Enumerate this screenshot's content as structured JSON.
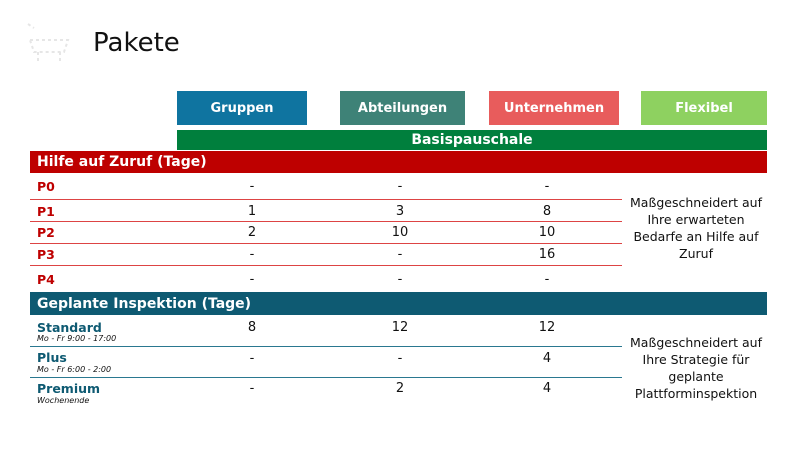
{
  "title": "Pakete",
  "packages": [
    "Gruppen",
    "Abteilungen",
    "Unternehmen",
    "Flexibel"
  ],
  "colors": {
    "gruppen": "#0f74a0",
    "abteilungen": "#3e8277",
    "unternehmen": "#e85c5c",
    "flexibel": "#8ed160",
    "green_bar": "#007f3d",
    "red_section": "#be0000",
    "teal_section": "#0e5a72"
  },
  "base_bar": "Basispauschale",
  "section1": {
    "title": "Hilfe auf Zuruf (Tage)",
    "rows": [
      {
        "label": "P0",
        "values": [
          "-",
          "-",
          "-"
        ]
      },
      {
        "label": "P1",
        "values": [
          "1",
          "3",
          "8"
        ]
      },
      {
        "label": "P2",
        "values": [
          "2",
          "10",
          "10"
        ]
      },
      {
        "label": "P3",
        "values": [
          "-",
          "-",
          "16"
        ]
      },
      {
        "label": "P4",
        "values": [
          "-",
          "-",
          "-"
        ]
      }
    ],
    "note": "Maßgeschneidert auf Ihre erwarteten Bedarfe an Hilfe auf Zuruf"
  },
  "section2": {
    "title": "Geplante Inspektion (Tage)",
    "rows": [
      {
        "label": "Standard",
        "sub": "Mo - Fr 9:00 - 17:00",
        "values": [
          "8",
          "12",
          "12"
        ]
      },
      {
        "label": "Plus",
        "sub": "Mo - Fr 6:00 - 2:00",
        "values": [
          "-",
          "-",
          "4"
        ]
      },
      {
        "label": "Premium",
        "sub": "Wochenende",
        "values": [
          "-",
          "2",
          "4"
        ]
      }
    ],
    "note": "Maßgeschneidert auf Ihre Strategie für geplante Plattforminspektion"
  }
}
